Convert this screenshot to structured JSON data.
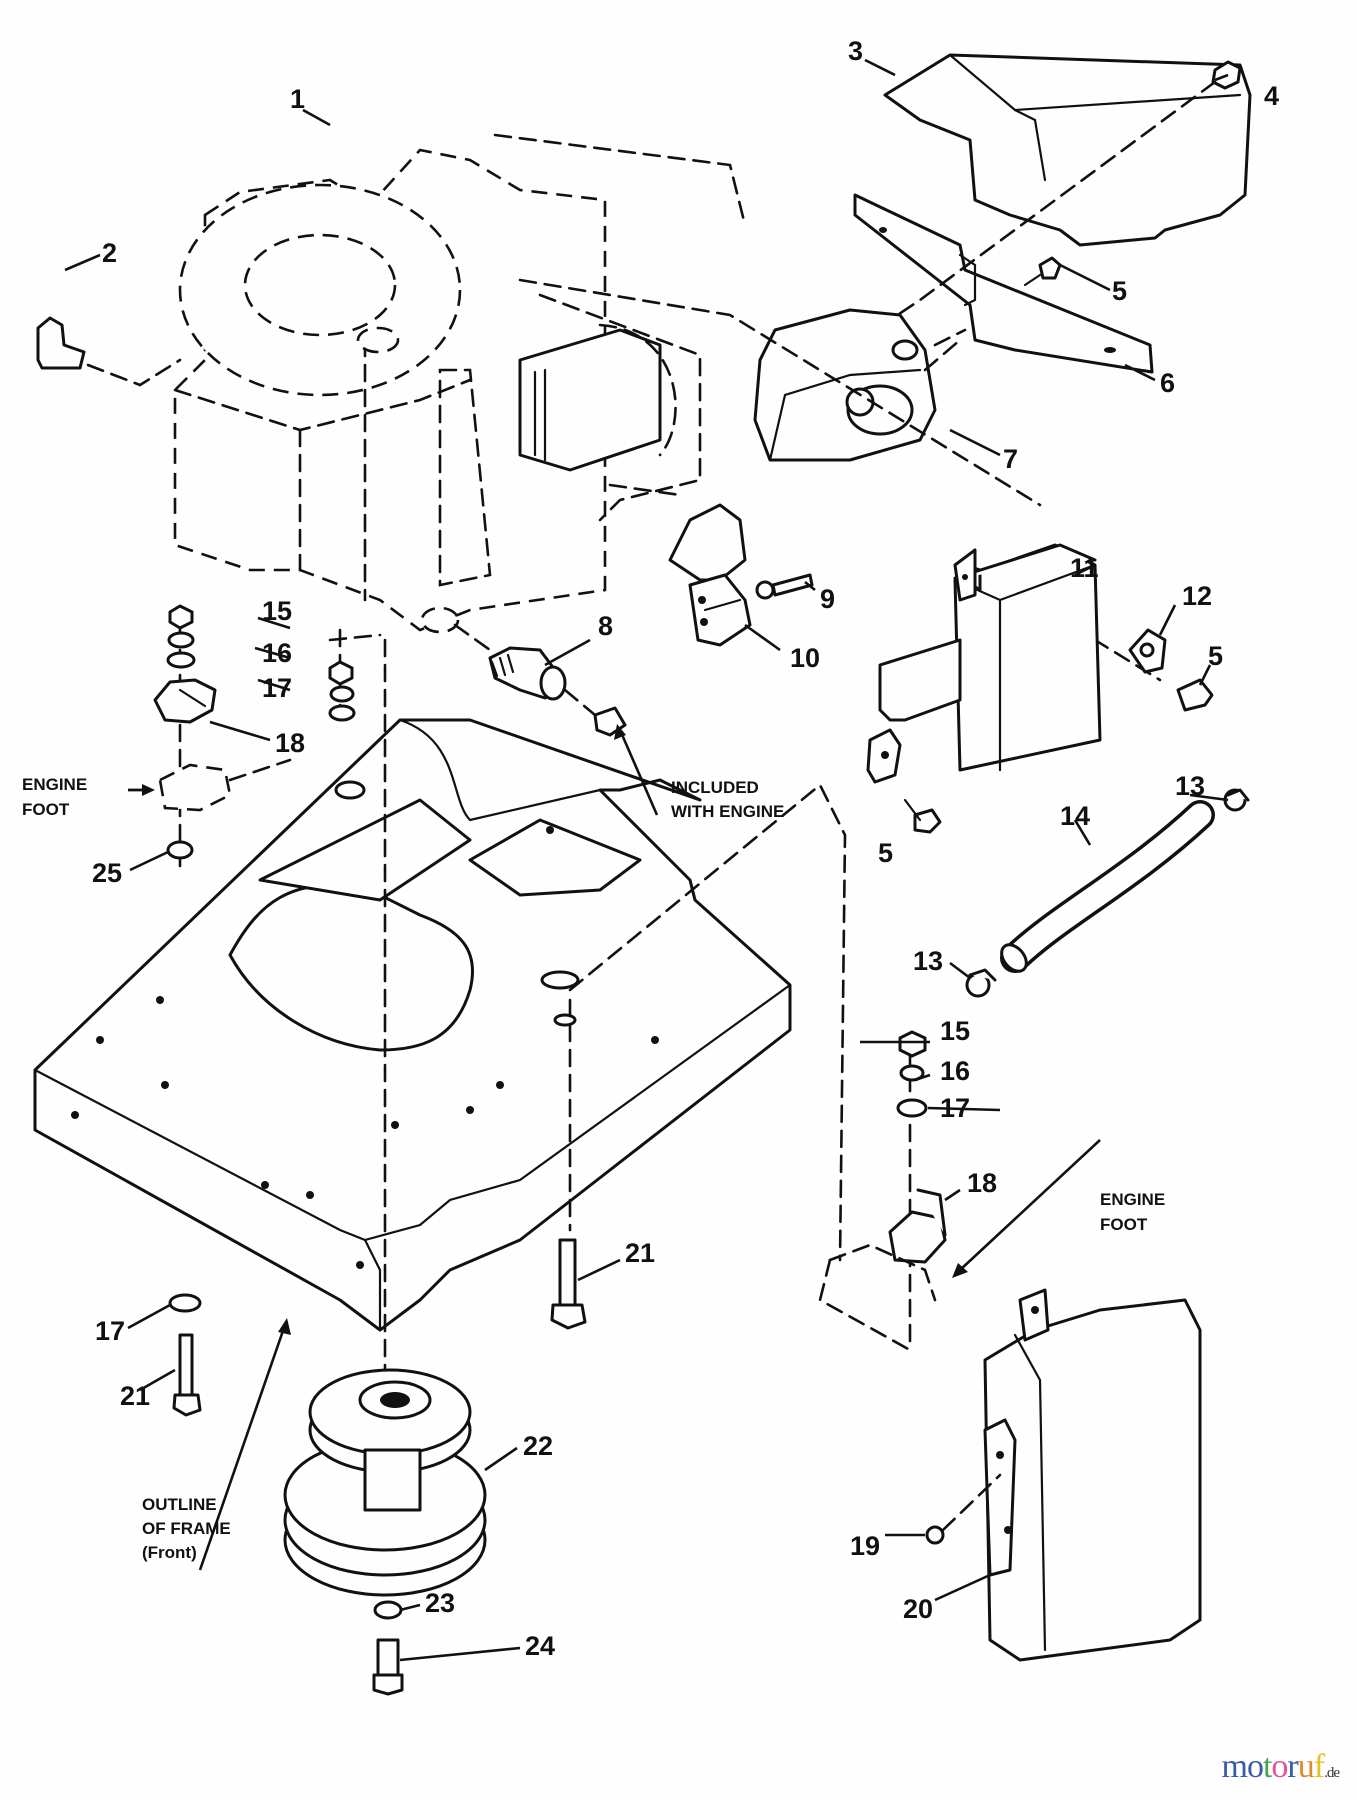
{
  "diagram": {
    "part_numbers": [
      "1",
      "2",
      "3",
      "4",
      "5",
      "5",
      "5",
      "6",
      "7",
      "8",
      "9",
      "10",
      "11",
      "12",
      "13",
      "13",
      "14",
      "15",
      "15",
      "16",
      "16",
      "17",
      "17",
      "17",
      "18",
      "18",
      "19",
      "20",
      "21",
      "21",
      "22",
      "23",
      "24",
      "25"
    ],
    "notes": {
      "engine_foot_left_line1": "ENGINE",
      "engine_foot_left_line2": "FOOT",
      "engine_foot_right_line1": "ENGINE",
      "engine_foot_right_line2": "FOOT",
      "included_line1": "INCLUDED",
      "included_line2": "WITH ENGINE",
      "outline_line1": "OUTLINE",
      "outline_line2": "OF FRAME",
      "outline_line3": "(Front)"
    }
  },
  "watermark": {
    "letters": [
      "m",
      "o",
      "t",
      "o",
      "r",
      "u",
      "f"
    ],
    "tld": ".de",
    "colors": [
      "#3a5ba8",
      "#3a5ba8",
      "#4aa64a",
      "#e0559a",
      "#3a5ba8",
      "#e08a2a",
      "#e8c020"
    ]
  }
}
